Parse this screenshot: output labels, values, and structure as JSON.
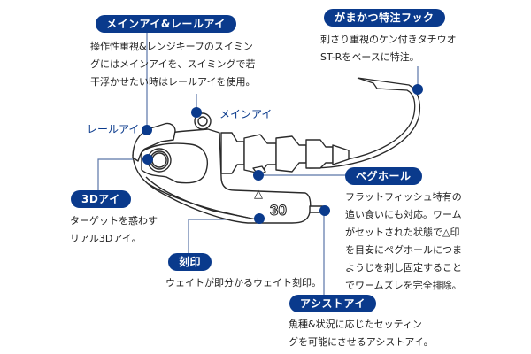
{
  "colors": {
    "accent": "#0a3a8c",
    "line": "#5a76a8",
    "outline": "#2a2a2a"
  },
  "callouts": {
    "main_rail_eye": {
      "title": "メインアイ&レールアイ",
      "lines": [
        "操作性重視&レンジキープのスイミン",
        "グにはメインアイを、スイミングで若",
        "干浮かせたい時はレールアイを使用。"
      ]
    },
    "hook": {
      "title": "がまかつ特注フック",
      "lines": [
        "刺さり重視のケン付きタチウオ",
        "ST-Rをベースに特注。"
      ]
    },
    "rail_eye_label": "レールアイ",
    "main_eye_label": "メインアイ",
    "eye_3d": {
      "title": "3Dアイ",
      "lines": [
        "ターゲットを惑わす",
        "リアル3Dアイ。"
      ]
    },
    "peg_hole": {
      "title": "ペグホール",
      "lines": [
        "フラットフィッシュ特有の",
        "追い食いにも対応。ワーム",
        "がセットされた状態で△印",
        "を目安にペグホールにつま",
        "ようじを刺し固定すること",
        "でワームズレを完全排除。"
      ]
    },
    "engraving": {
      "title": "刻印",
      "lines": [
        "ウェイトが即分かるウェイト刻印。"
      ]
    },
    "assist_eye": {
      "title": "アシストアイ",
      "lines": [
        "魚種&状況に応じたセッティン",
        "グを可能にさせるアシストアイ。"
      ]
    }
  },
  "product": {
    "weight_mark": "30",
    "triangle_mark": "△"
  }
}
